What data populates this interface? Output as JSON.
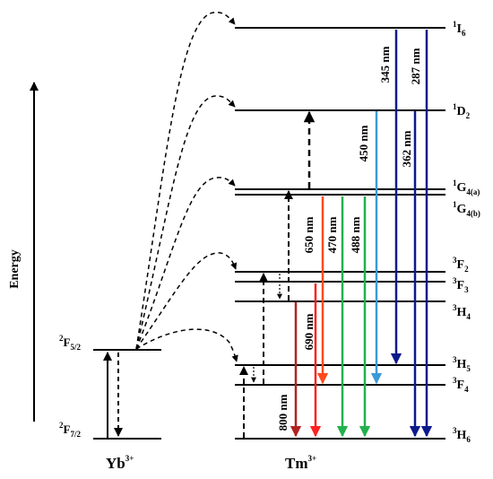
{
  "energy_axis_label": "Energy",
  "ions": {
    "yb": {
      "symbol": "Yb",
      "charge": "3+"
    },
    "tm": {
      "symbol": "Tm",
      "charge": "3+"
    }
  },
  "levels": {
    "yb_upper": {
      "pre": "2",
      "main": "F",
      "sub": "5/2"
    },
    "yb_lower": {
      "pre": "2",
      "main": "F",
      "sub": "7/2"
    },
    "I6": {
      "pre": "1",
      "main": "I",
      "sub": "6"
    },
    "D2": {
      "pre": "1",
      "main": "D",
      "sub": "2"
    },
    "G4a": {
      "pre": "1",
      "main": "G",
      "sub": "4(a)"
    },
    "G4b": {
      "pre": "1",
      "main": "G",
      "sub": "4(b)"
    },
    "F2": {
      "pre": "3",
      "main": "F",
      "sub": "2"
    },
    "F3": {
      "pre": "3",
      "main": "F",
      "sub": "3"
    },
    "H4": {
      "pre": "3",
      "main": "H",
      "sub": "4"
    },
    "H5": {
      "pre": "3",
      "main": "H",
      "sub": "5"
    },
    "F4": {
      "pre": "3",
      "main": "F",
      "sub": "4"
    },
    "H6": {
      "pre": "3",
      "main": "H",
      "sub": "6"
    }
  },
  "emissions": [
    {
      "wavelength": "800 nm",
      "color": "#b22222"
    },
    {
      "wavelength": "690 nm",
      "color": "#ff2020"
    },
    {
      "wavelength": "650 nm",
      "color": "#ff4a1a"
    },
    {
      "wavelength": "470 nm",
      "color": "#22b14c"
    },
    {
      "wavelength": "488 nm",
      "color": "#22b14c"
    },
    {
      "wavelength": "450 nm",
      "color": "#3a9ad9"
    },
    {
      "wavelength": "345 nm",
      "color": "#0d1a8c"
    },
    {
      "wavelength": "362 nm",
      "color": "#0d1a8c"
    },
    {
      "wavelength": "287 nm",
      "color": "#0d1a8c"
    }
  ]
}
